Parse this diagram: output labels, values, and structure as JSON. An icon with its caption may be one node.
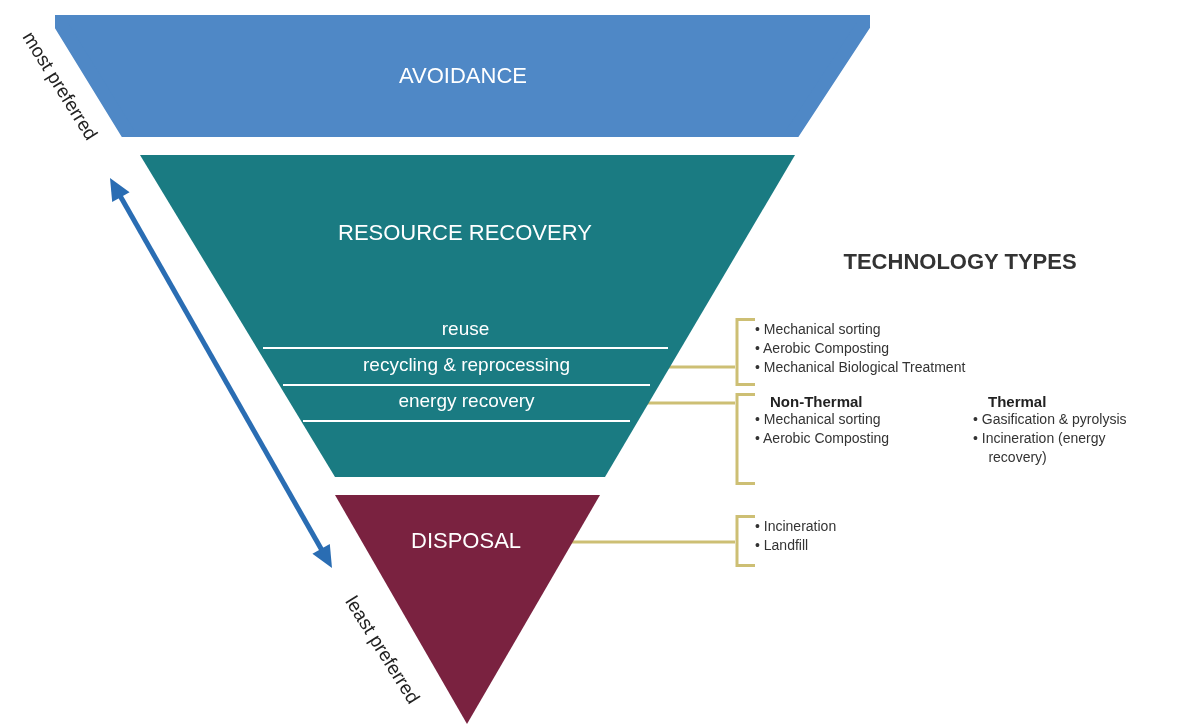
{
  "diagram": {
    "nodes": [
      {
        "text": [
          "AVOIDANCE"
        ]
      },
      {
        "text": [
          "RESOURCE RECOVERY"
        ]
      },
      {
        "text": [
          "reuse"
        ],
        "in": 1
      },
      {
        "text": [
          "recycling & reprocessing"
        ],
        "in": 1
      },
      {
        "text": [
          "energy recovery"
        ],
        "in": 1
      },
      {
        "text": [
          "DISPOSAL"
        ]
      },
      {
        "text": [
          "• Mechanical sorting",
          "• Aerobic Composting",
          "• Mechanical Biological Treatment"
        ]
      },
      {
        "text": [],
        "shape": "bracket"
      },
      {
        "text": [
          "Non-Thermal",
          "• Mechanical sorting",
          "• Aerobic Composting"
        ],
        "in": 7
      },
      {
        "text": [
          "Thermal",
          "• Gasification & pyrolysis",
          "• Incineration (energy recovery)"
        ],
        "in": 7
      },
      {
        "text": [
          "• Incineration",
          "• Landfill"
        ]
      }
    ],
    "edges": [
      {
        "from": 3,
        "to": 6,
        "arrow": "none"
      },
      {
        "from": 4,
        "to": 7,
        "arrow": "none"
      },
      {
        "from": 5,
        "to": 10,
        "arrow": "none"
      }
    ],
    "labels": [
      "most preferred",
      "TECHNOLOGY TYPES",
      "least preferred"
    ]
  }
}
